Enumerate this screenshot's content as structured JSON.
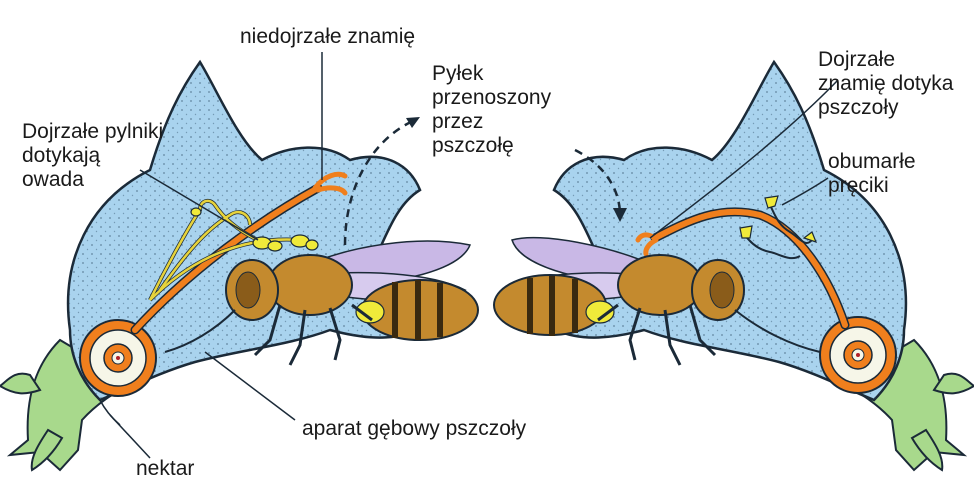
{
  "labels": {
    "immature_stigma": "niedojrzałe znamię",
    "pollen_transfer": "Pyłek\nprzenoszony\nprzez\npszczołę",
    "mature_anthers": "Dojrzałe pylniki\ndotykają\nowada",
    "mature_stigma": "Dojrzałe\nznamię dotyka\npszczoły",
    "dead_stamens": "obumarłe\npręciki",
    "bee_mouthparts": "aparat gębowy pszczoły",
    "nectar": "nektar"
  },
  "colors": {
    "flower_fill": "#a9d3ee",
    "flower_outline": "#1b2a38",
    "pistil": "#f07f1d",
    "stamen": "#e7d33b",
    "stem": "#a8d98c",
    "bee_body": "#c48a2e",
    "bee_wing": "#c9b8e6",
    "pollen": "#f0ea3a",
    "text": "#1a1a1a"
  }
}
